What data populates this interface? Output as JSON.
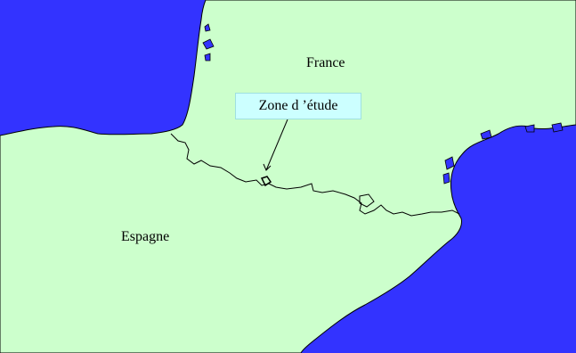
{
  "map": {
    "labels": {
      "france": "France",
      "spain": "Espagne",
      "study_zone": "Zone d ’étude"
    },
    "colors": {
      "sea": "#3333ff",
      "land": "#ccffcc",
      "callout_background": "#ccffff",
      "border_line": "#000000"
    }
  }
}
